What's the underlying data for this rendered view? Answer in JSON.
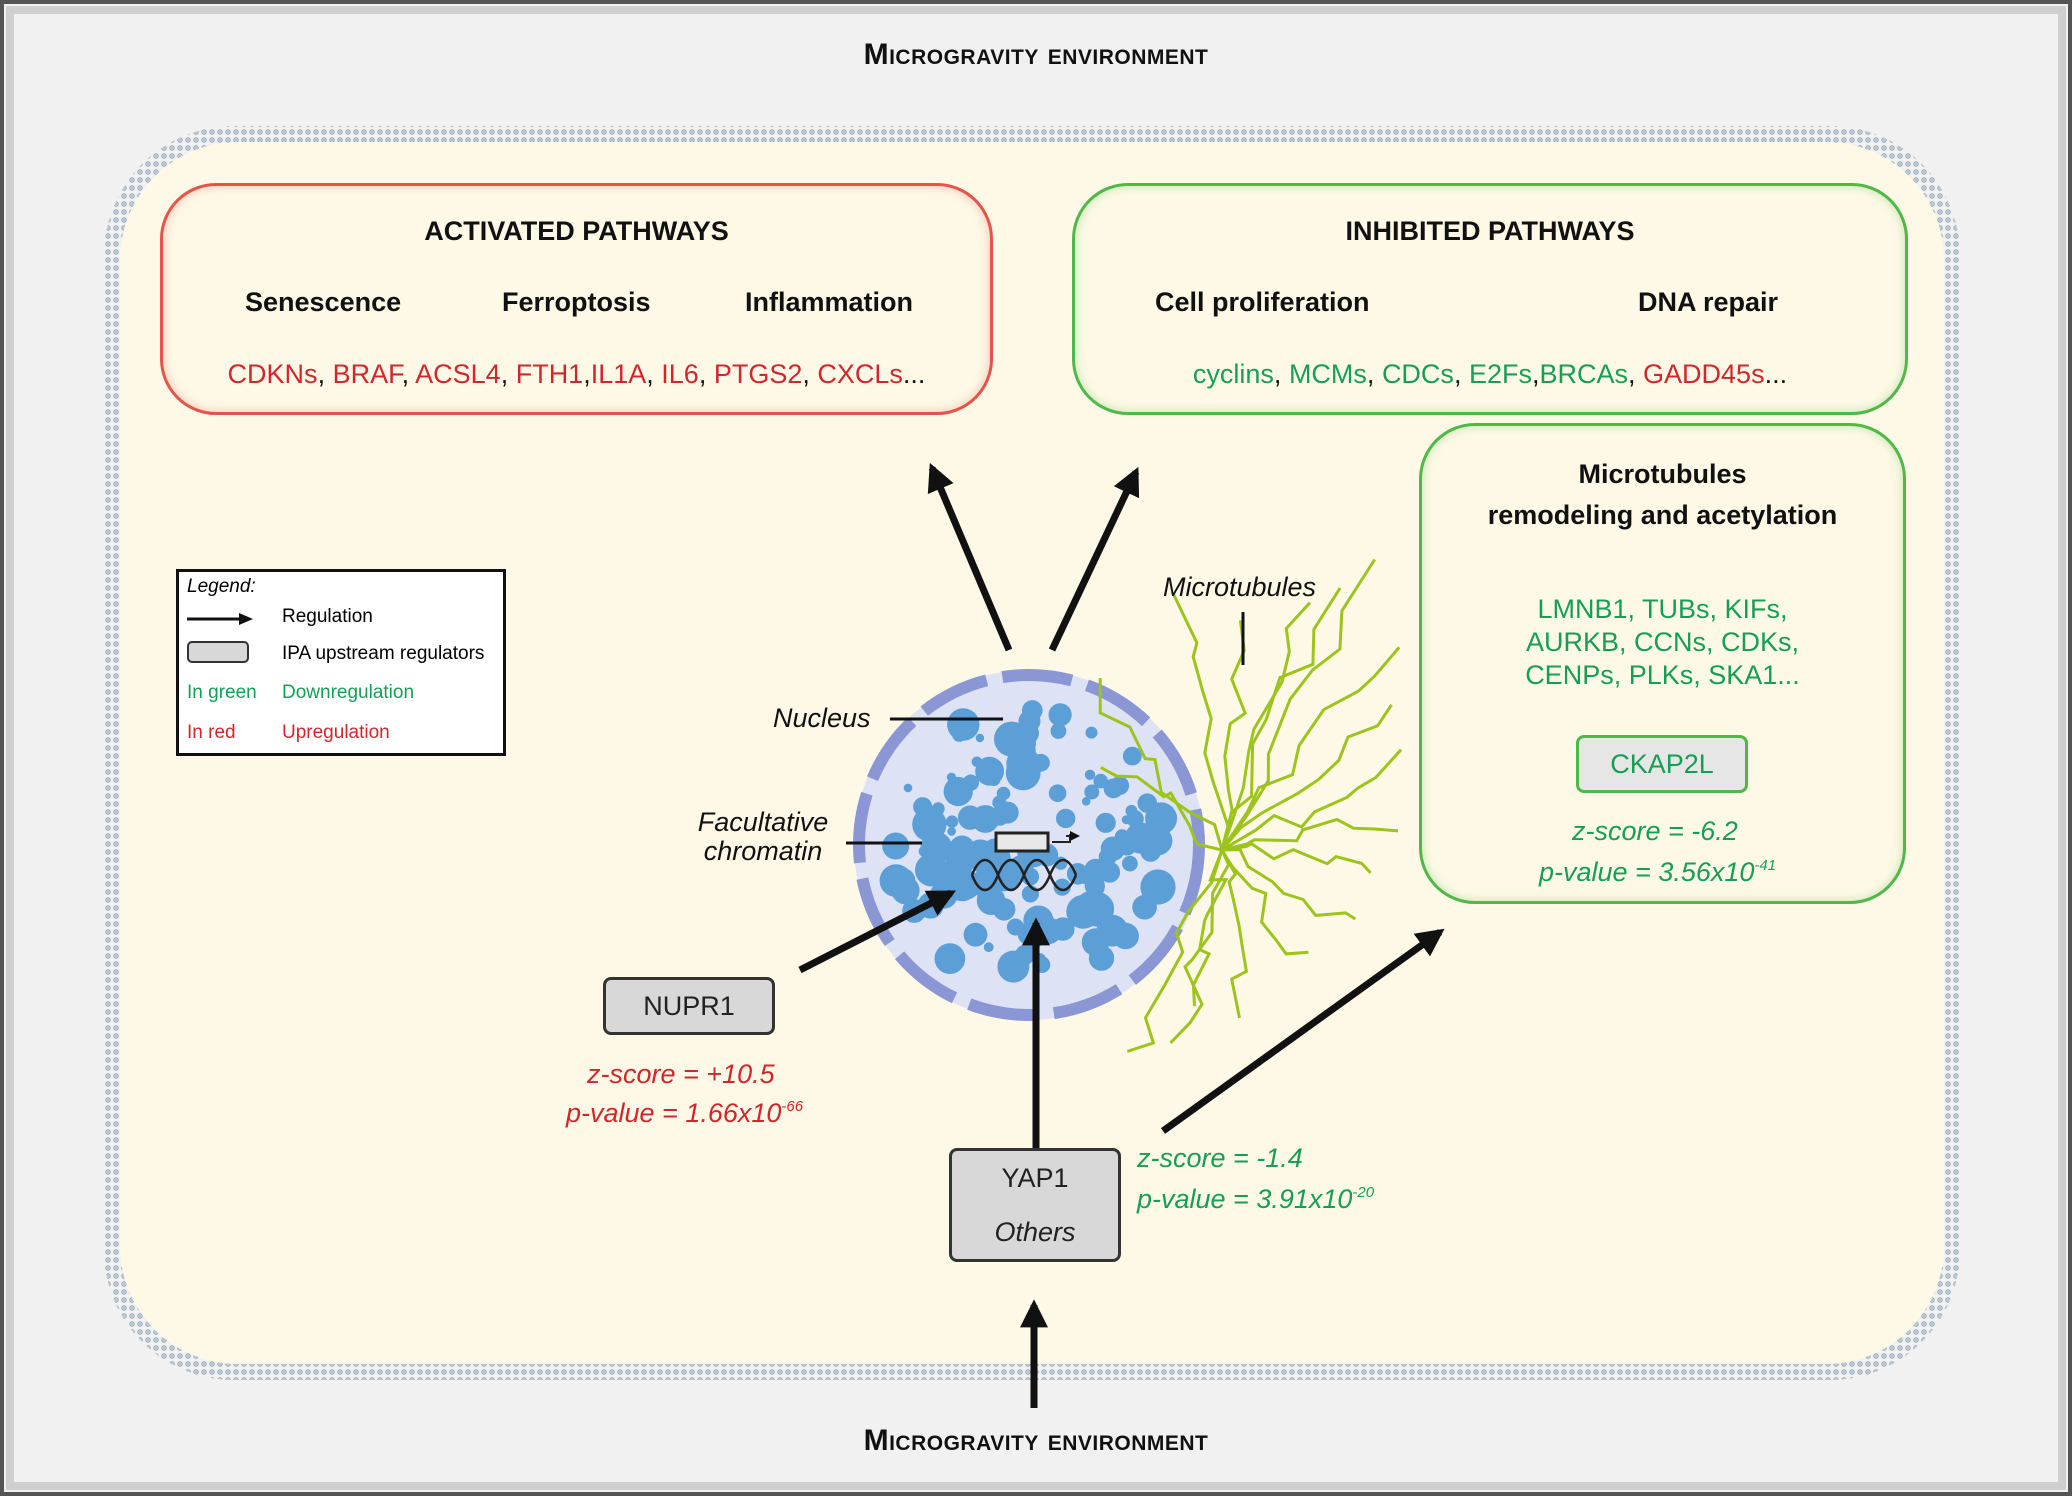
{
  "environment": {
    "top_label": "Microgravity environment",
    "bottom_label": "Microgravity environment"
  },
  "activated": {
    "title": "ACTIVATED PATHWAYS",
    "pathways": [
      "Senescence",
      "Ferroptosis",
      "Inflammation"
    ],
    "genes": [
      {
        "text": "CDKNs",
        "color": "red"
      },
      {
        "text": ", ",
        "color": "black"
      },
      {
        "text": "BRAF",
        "color": "red"
      },
      {
        "text": ", ",
        "color": "black"
      },
      {
        "text": "ACSL4",
        "color": "red"
      },
      {
        "text": ", ",
        "color": "black"
      },
      {
        "text": "FTH1",
        "color": "red"
      },
      {
        "text": ",",
        "color": "black"
      },
      {
        "text": "IL1A",
        "color": "red"
      },
      {
        "text": ", ",
        "color": "black"
      },
      {
        "text": "IL6",
        "color": "red"
      },
      {
        "text": ", ",
        "color": "black"
      },
      {
        "text": "PTGS2",
        "color": "red"
      },
      {
        "text": ", ",
        "color": "black"
      },
      {
        "text": "CXCLs",
        "color": "red"
      },
      {
        "text": "...",
        "color": "black"
      }
    ]
  },
  "inhibited": {
    "title": "INHIBITED PATHWAYS",
    "pathways": [
      "Cell proliferation",
      "DNA repair"
    ],
    "genes": [
      {
        "text": "cyclins",
        "color": "green"
      },
      {
        "text": ", ",
        "color": "black"
      },
      {
        "text": "MCMs",
        "color": "green"
      },
      {
        "text": ", ",
        "color": "black"
      },
      {
        "text": "CDCs",
        "color": "green"
      },
      {
        "text": ", ",
        "color": "black"
      },
      {
        "text": "E2Fs",
        "color": "green"
      },
      {
        "text": ",",
        "color": "black"
      },
      {
        "text": "BRCAs",
        "color": "green"
      },
      {
        "text": ", ",
        "color": "black"
      },
      {
        "text": "GADD45s",
        "color": "red"
      },
      {
        "text": "...",
        "color": "black"
      }
    ]
  },
  "microtubules_box": {
    "title_line1": "Microtubules",
    "title_line2": "remodeling and acetylation",
    "genes_line1": "LMNB1, TUBs, KIFs,",
    "genes_line2": "AURKB, CCNs, CDKs,",
    "genes_line3": "CENPs, PLKs, SKA1...",
    "regulator": "CKAP2L",
    "z_score": "z-score  = -6.2",
    "p_value_base": "p-value = 3.56x10",
    "p_value_exp": "-41"
  },
  "nupr1": {
    "label": "NUPR1",
    "z_score": "z-score  = +10.5",
    "p_value_base": "p-value = 1.66x10",
    "p_value_exp": "-66"
  },
  "yap1": {
    "label": "YAP1",
    "sublabel": "Others",
    "z_score": "z-score  = -1.4",
    "p_value_base": "p-value = 3.91x10",
    "p_value_exp": "-20"
  },
  "cell_labels": {
    "nucleus": "Nucleus",
    "chromatin_line1": "Facultative",
    "chromatin_line2": "chromatin",
    "microtubules": "Microtubules"
  },
  "legend": {
    "title": "Legend:",
    "regulation": "Regulation",
    "ipa": "IPA upstream regulators",
    "green_key": "In green",
    "green_value": "Downregulation",
    "red_key": "In red",
    "red_value": "Upregulation"
  },
  "colors": {
    "red": "#d3262c",
    "green": "#169e54",
    "cell_fill": "#fdf9e6",
    "nucleus_fill": "#dde2f5",
    "chromatin": "#5b9fd6",
    "microtubule": "#9cc41c"
  }
}
